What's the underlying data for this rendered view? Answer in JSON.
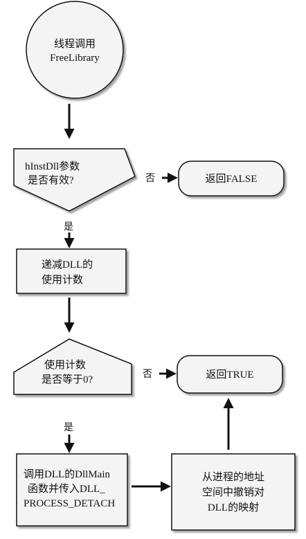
{
  "diagram": {
    "start": {
      "lines": [
        "线程调用",
        "FreeLibrary"
      ]
    },
    "decision_handle": {
      "lines": [
        "hInstDll参数",
        "是否有效?"
      ]
    },
    "return_false": {
      "text": "返回FALSE"
    },
    "decrement": {
      "lines": [
        "递减DLL的",
        "使用计数"
      ]
    },
    "decision_count": {
      "lines": [
        "使用计数",
        "是否等于0?"
      ]
    },
    "return_true": {
      "text": "返回TRUE"
    },
    "call_dllmain": {
      "lines": [
        "调用DLL的DllMain",
        "函数并传入DLL_",
        "PROCESS_DETACH"
      ]
    },
    "unmap": {
      "lines": [
        "从进程的地址",
        "空间中撤销对",
        "DLL的映射"
      ]
    },
    "edge_labels": {
      "no_1": "否",
      "yes_1": "是",
      "no_2": "否",
      "yes_2": "是"
    }
  },
  "colors": {
    "line": "#111111",
    "fill": "#f4f4f4",
    "shadow": "#9a9a9a"
  }
}
